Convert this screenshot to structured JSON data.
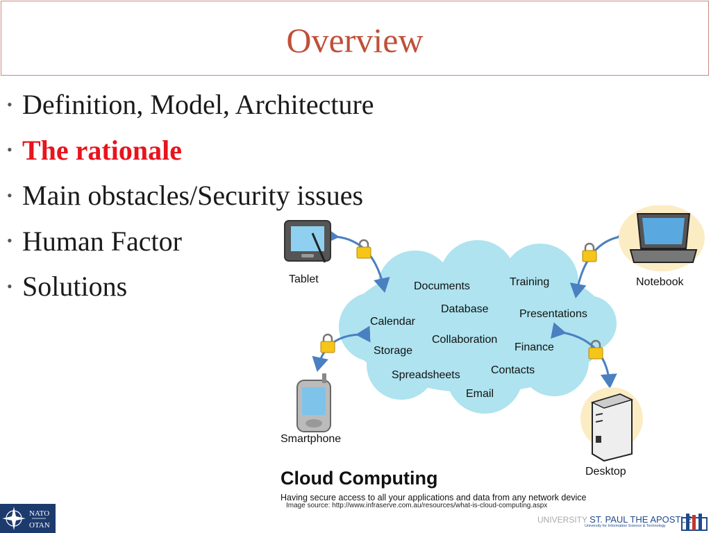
{
  "title": "Overview",
  "bullets": [
    {
      "text": "Definition, Model, Architecture"
    },
    {
      "text": "The rationale",
      "highlight": true
    },
    {
      "text": "Main obstacles/Security issues"
    },
    {
      "text": "Human Factor"
    },
    {
      "text": "Solutions"
    }
  ],
  "diagram": {
    "devices": {
      "tablet": "Tablet",
      "notebook": "Notebook",
      "smartphone": "Smartphone",
      "desktop": "Desktop"
    },
    "services": [
      "Documents",
      "Training",
      "Database",
      "Presentations",
      "Calendar",
      "Collaboration",
      "Finance",
      "Storage",
      "Contacts",
      "Spreadsheets",
      "Email"
    ],
    "heading": "Cloud Computing",
    "caption": "Having secure access to all your applications and data from any network device"
  },
  "image_source": "Image source: http://www.infraserve.com.au/resources/what-is-cloud-computing.aspx",
  "footer": {
    "nato_top": "NATO",
    "nato_bottom": "OTAN",
    "university_prefix": "UNIVERSITY",
    "university_name": "ST. PAUL THE APOSTLE",
    "university_sub": "University for Information Science & Technology"
  },
  "colors": {
    "title": "#c0503a",
    "highlight": "#e8141c",
    "cloud": "#aee3ef",
    "arrow": "#4a7fc0",
    "nato_blue": "#1d3a6d"
  }
}
